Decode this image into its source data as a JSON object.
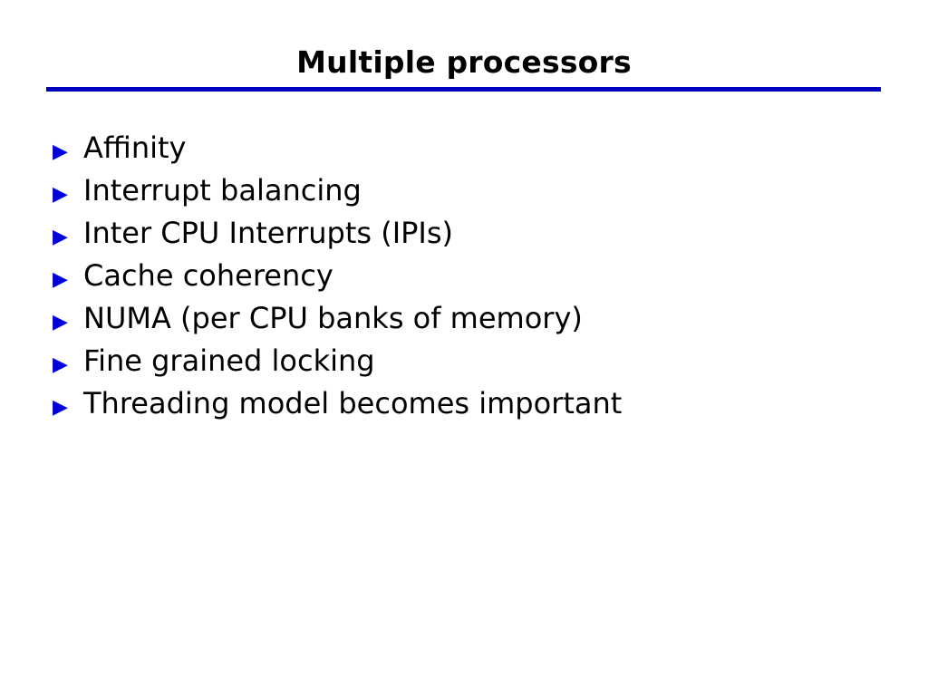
{
  "slide": {
    "title": "Multiple processors",
    "rule_color": "#0000bf",
    "bullet_color": "#0000d8",
    "text_color": "#000000",
    "background_color": "#ffffff",
    "bullet_glyph": "▶",
    "items": [
      {
        "text": "Affinity"
      },
      {
        "text": "Interrupt balancing"
      },
      {
        "text": "Inter CPU Interrupts (IPIs)"
      },
      {
        "text": "Cache coherency"
      },
      {
        "text": "NUMA (per CPU banks of memory)"
      },
      {
        "text": "Fine grained locking"
      },
      {
        "text": "Threading model becomes important"
      }
    ]
  }
}
